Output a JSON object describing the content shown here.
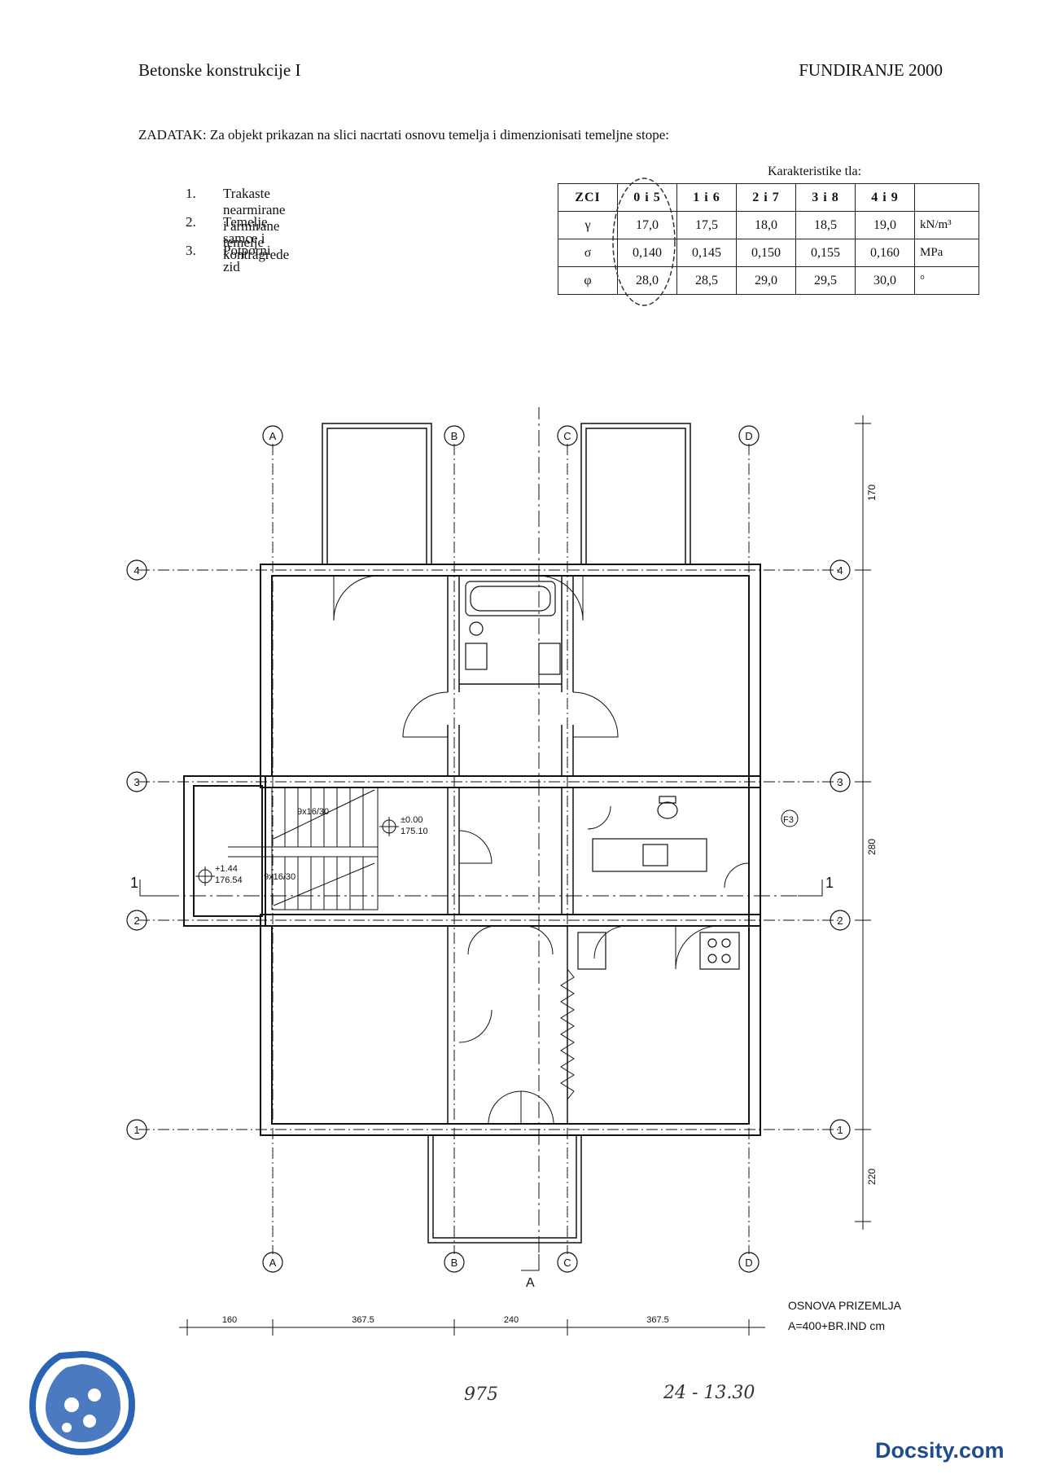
{
  "header": {
    "left": "Betonske konstrukcije I",
    "right": "FUNDIRANJE 2000"
  },
  "task": "ZADATAK: Za objekt prikazan na slici nacrtati osnovu temelja i dimenzionisati temeljne stope:",
  "items": [
    {
      "num": "1.",
      "text": "Trakaste nearmirane i armirane temelje"
    },
    {
      "num": "2.",
      "text": "Temelje samce i kontragrede"
    },
    {
      "num": "3.",
      "text": "Potporni zid"
    }
  ],
  "soil_table": {
    "caption": "Karakteristike tla:",
    "headers": [
      "ZCI",
      "0 i 5",
      "1 i 6",
      "2 i 7",
      "3 i 8",
      "4 i 9",
      ""
    ],
    "rows": [
      {
        "sym": "γ",
        "values": [
          "17,0",
          "17,5",
          "18,0",
          "18,5",
          "19,0"
        ],
        "unit": "kN/m³"
      },
      {
        "sym": "σ",
        "values": [
          "0,140",
          "0,145",
          "0,150",
          "0,155",
          "0,160"
        ],
        "unit": "MPa"
      },
      {
        "sym": "φ",
        "values": [
          "28,0",
          "28,5",
          "29,0",
          "29,5",
          "30,0"
        ],
        "unit": "°"
      }
    ]
  },
  "plan": {
    "axes_letters": [
      "A",
      "B",
      "C",
      "D"
    ],
    "axes_numbers": [
      "1",
      "2",
      "3",
      "4"
    ],
    "section_labels": {
      "a": "A",
      "one": "1"
    },
    "stairs": [
      "9x16/30",
      "9x16/30"
    ],
    "levels": [
      {
        "top": "±0.00",
        "bottom": "175.10"
      },
      {
        "top": "+1.44",
        "bottom": "176.54"
      }
    ],
    "tag": "F3",
    "right_dims": [
      "170",
      "280",
      "220"
    ],
    "bottom_dims": [
      "160",
      "367.5",
      "240",
      "367.5"
    ],
    "caption_1": "OSNOVA PRIZEMLJA",
    "caption_2": "A=400+BR.IND cm"
  },
  "handwritten": [
    "975",
    "24 - 13.30"
  ],
  "watermark": "Docsity.com",
  "colors": {
    "line": "#111111",
    "watermark": "#1f4c8e",
    "logo": "#2b63b5"
  }
}
